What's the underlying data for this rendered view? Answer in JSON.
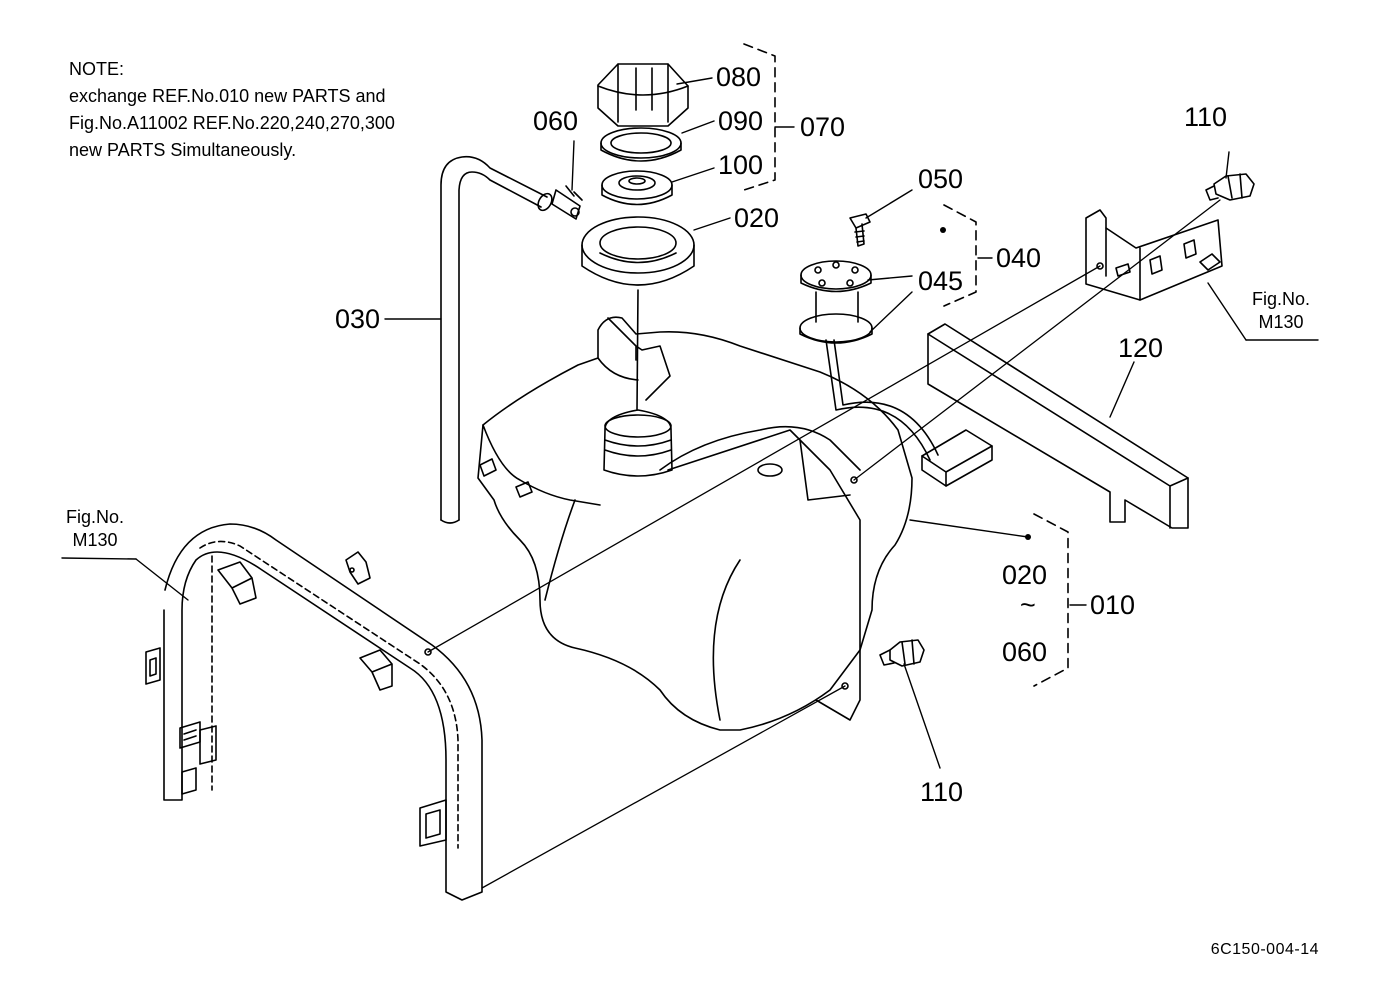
{
  "note": {
    "lines": [
      "NOTE:",
      "exchange REF.No.010 new PARTS and",
      "Fig.No.A11002 REF.No.220,240,270,300",
      "new PARTS Simultaneously."
    ]
  },
  "callouts": {
    "p010": "010",
    "p020_cap": "020",
    "p020_range": "020",
    "p030": "030",
    "p040": "040",
    "p045": "045",
    "p050": "050",
    "p060_clip": "060",
    "p060_range": "060",
    "p070": "070",
    "p080": "080",
    "p090": "090",
    "p100": "100",
    "p110_top": "110",
    "p110_bottom": "110",
    "p120": "120",
    "range_tilde": "~"
  },
  "figure_refs": {
    "right": {
      "line1": "Fig.No.",
      "line2": "M130"
    },
    "left": {
      "line1": "Fig.No.",
      "line2": "M130"
    }
  },
  "drawing_code": "6C150-004-14"
}
